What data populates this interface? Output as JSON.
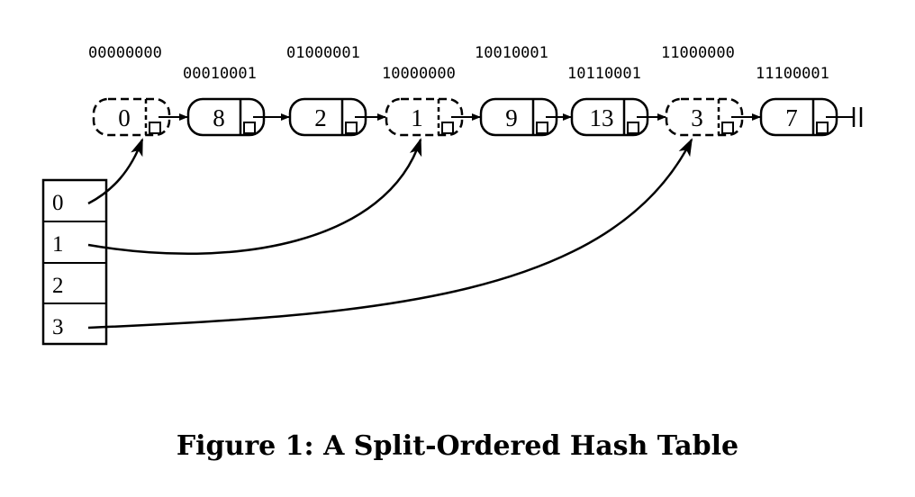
{
  "list_nodes": [
    {
      "value": "0",
      "key": "00000000",
      "dummy": true
    },
    {
      "value": "8",
      "key": "00010001",
      "dummy": false
    },
    {
      "value": "2",
      "key": "01000001",
      "dummy": false
    },
    {
      "value": "1",
      "key": "10000000",
      "dummy": true
    },
    {
      "value": "9",
      "key": "10010001",
      "dummy": false
    },
    {
      "value": "13",
      "key": "10110001",
      "dummy": false
    },
    {
      "value": "3",
      "key": "11000000",
      "dummy": true
    },
    {
      "value": "7",
      "key": "11100001",
      "dummy": false
    }
  ],
  "buckets": [
    {
      "label": "0",
      "points_to_node": 0
    },
    {
      "label": "1",
      "points_to_node": 3
    },
    {
      "label": "2",
      "points_to_node": null
    },
    {
      "label": "3",
      "points_to_node": 6
    }
  ],
  "caption": "Figure 1: A Split-Ordered Hash Table",
  "colors": {
    "ink": "#000000",
    "background": "#ffffff"
  }
}
